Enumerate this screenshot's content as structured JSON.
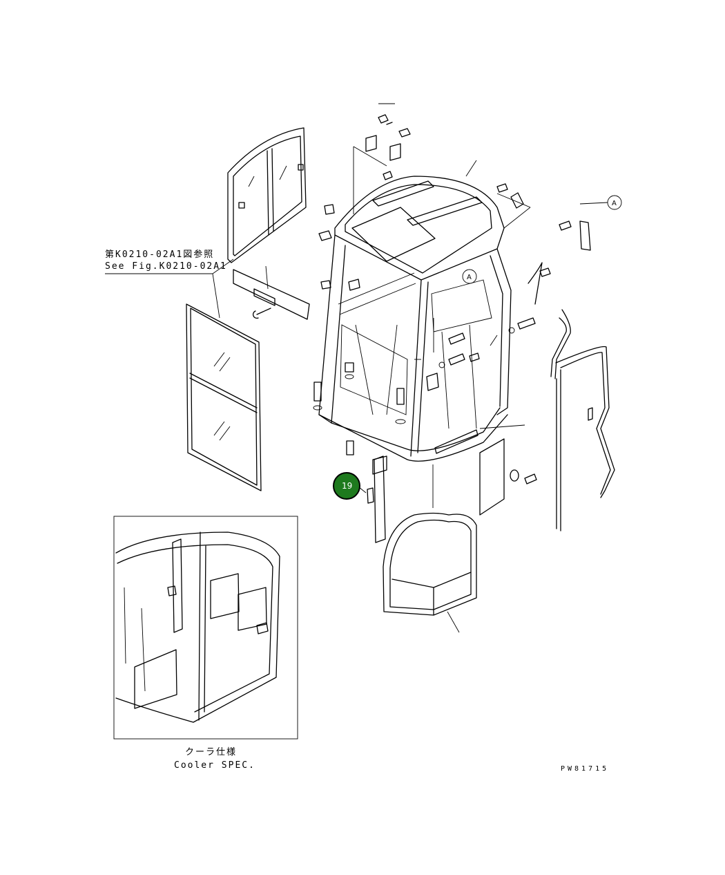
{
  "diagram": {
    "reference_note": {
      "japanese": "第K0210-02A1図参照",
      "english": "See Fig.K0210-02A1"
    },
    "inset_caption": {
      "japanese": "クーラ仕様",
      "english": "Cooler SPEC."
    },
    "drawing_code": "PW81715",
    "detail_marks": [
      "A",
      "A"
    ],
    "highlighted_callout": {
      "number": "19",
      "color": "#1e7a1e"
    }
  }
}
